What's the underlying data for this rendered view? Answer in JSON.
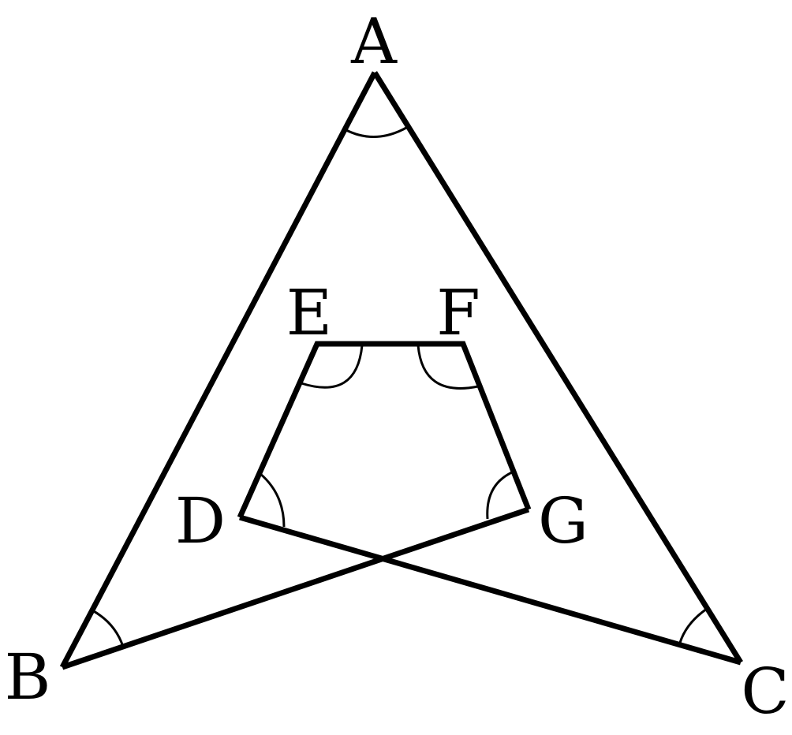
{
  "diagram": {
    "points": {
      "A": "A",
      "B": "B",
      "C": "C",
      "D": "D",
      "E": "E",
      "F": "F",
      "G": "G"
    },
    "segments": [
      "AB",
      "AC",
      "BG",
      "CD",
      "DE",
      "EF",
      "FG"
    ],
    "marked_angles": [
      "A",
      "B",
      "C",
      "D",
      "E",
      "F",
      "G"
    ],
    "colors": {
      "stroke": "#000000",
      "background": "#ffffff"
    }
  }
}
